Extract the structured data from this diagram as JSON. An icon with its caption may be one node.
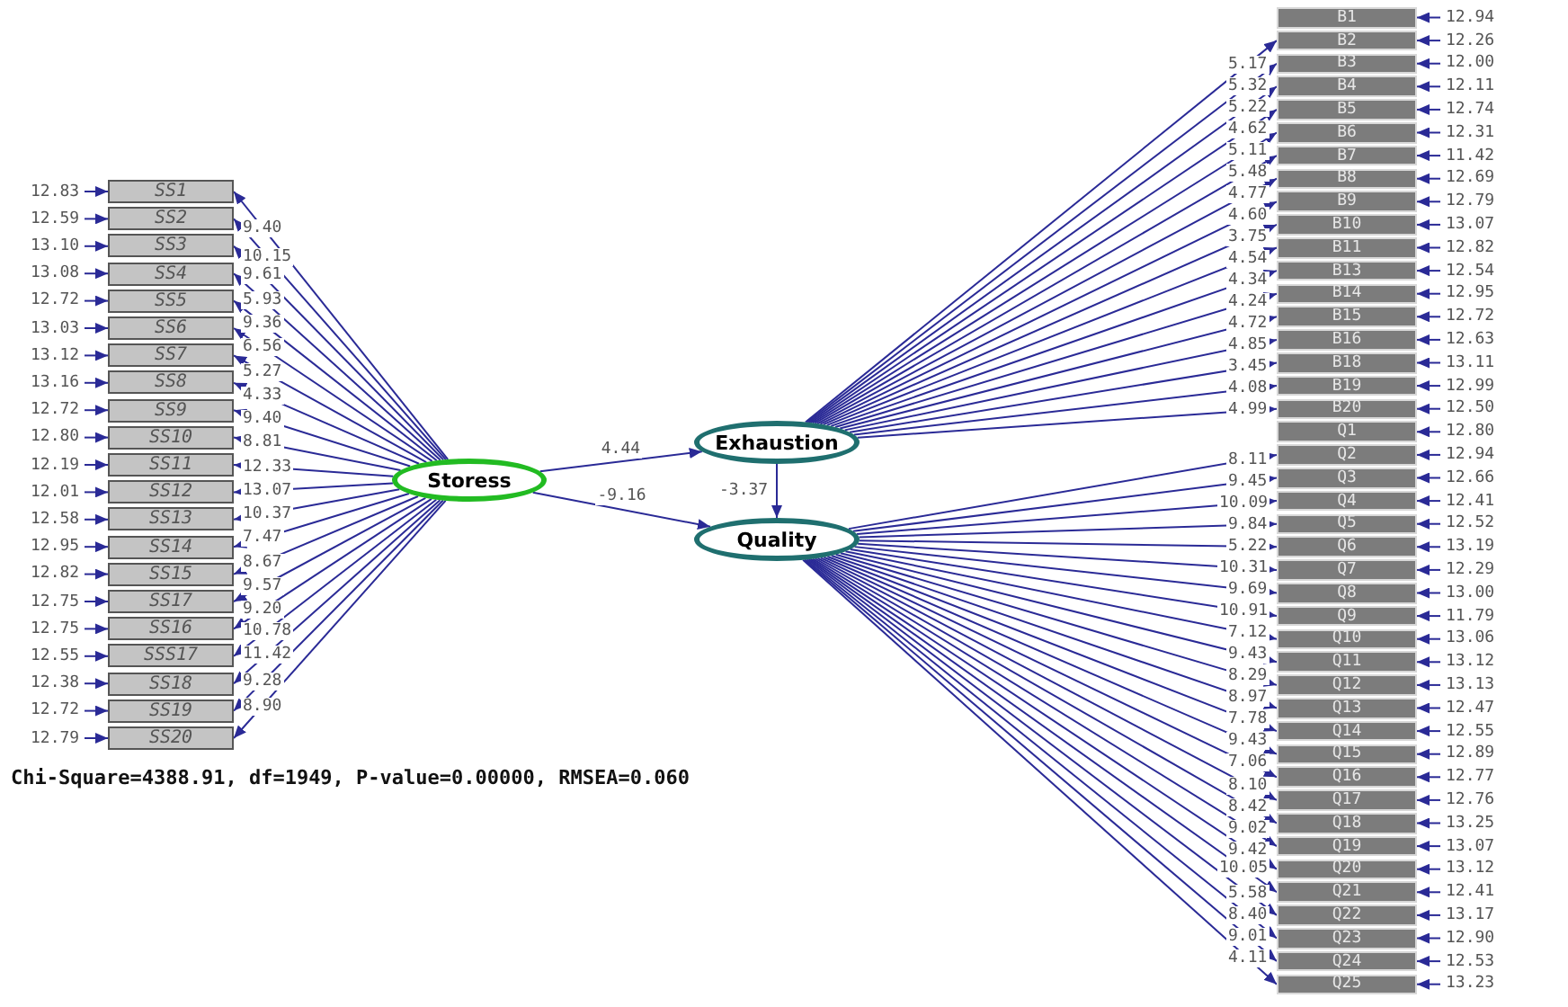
{
  "diagram": {
    "caption": "Chi-Square=4388.91, df=1949, P-value=0.00000, RMSEA=0.060",
    "nodes": [
      {
        "text": [
          "SS1"
        ]
      },
      {
        "text": [
          "SS2"
        ]
      },
      {
        "text": [
          "SS3"
        ]
      },
      {
        "text": [
          "SS4"
        ]
      },
      {
        "text": [
          "SS5"
        ]
      },
      {
        "text": [
          "SS6"
        ]
      },
      {
        "text": [
          "SS7"
        ]
      },
      {
        "text": [
          "SS8"
        ]
      },
      {
        "text": [
          "SS9"
        ]
      },
      {
        "text": [
          "SS10"
        ]
      },
      {
        "text": [
          "SS11"
        ]
      },
      {
        "text": [
          "SS12"
        ]
      },
      {
        "text": [
          "SS13"
        ]
      },
      {
        "text": [
          "SS14"
        ]
      },
      {
        "text": [
          "SS15"
        ]
      },
      {
        "text": [
          "SS17"
        ]
      },
      {
        "text": [
          "SS16"
        ]
      },
      {
        "text": [
          "SSS17"
        ]
      },
      {
        "text": [
          "SS18"
        ]
      },
      {
        "text": [
          "SS19"
        ]
      },
      {
        "text": [
          "SS20"
        ]
      },
      {
        "text": [
          "Storess"
        ]
      },
      {
        "text": [
          "Exhaustion"
        ]
      },
      {
        "text": [
          "Quality"
        ]
      },
      {
        "text": [
          "B1"
        ]
      },
      {
        "text": [
          "B2"
        ]
      },
      {
        "text": [
          "B3"
        ]
      },
      {
        "text": [
          "B4"
        ]
      },
      {
        "text": [
          "B5"
        ]
      },
      {
        "text": [
          "B6"
        ]
      },
      {
        "text": [
          "B7"
        ]
      },
      {
        "text": [
          "B8"
        ]
      },
      {
        "text": [
          "B9"
        ]
      },
      {
        "text": [
          "B10"
        ]
      },
      {
        "text": [
          "B11"
        ]
      },
      {
        "text": [
          "B13"
        ]
      },
      {
        "text": [
          "B14"
        ]
      },
      {
        "text": [
          "B15"
        ]
      },
      {
        "text": [
          "B16"
        ]
      },
      {
        "text": [
          "B18"
        ]
      },
      {
        "text": [
          "B19"
        ]
      },
      {
        "text": [
          "B20"
        ]
      },
      {
        "text": [
          "Q1"
        ]
      },
      {
        "text": [
          "Q2"
        ]
      },
      {
        "text": [
          "Q3"
        ]
      },
      {
        "text": [
          "Q4"
        ]
      },
      {
        "text": [
          "Q5"
        ]
      },
      {
        "text": [
          "Q6"
        ]
      },
      {
        "text": [
          "Q7"
        ]
      },
      {
        "text": [
          "Q8"
        ]
      },
      {
        "text": [
          "Q9"
        ]
      },
      {
        "text": [
          "Q10"
        ]
      },
      {
        "text": [
          "Q11"
        ]
      },
      {
        "text": [
          "Q12"
        ]
      },
      {
        "text": [
          "Q13"
        ]
      },
      {
        "text": [
          "Q14"
        ]
      },
      {
        "text": [
          "Q15"
        ]
      },
      {
        "text": [
          "Q16"
        ]
      },
      {
        "text": [
          "Q17"
        ]
      },
      {
        "text": [
          "Q18"
        ]
      },
      {
        "text": [
          "Q19"
        ]
      },
      {
        "text": [
          "Q20"
        ]
      },
      {
        "text": [
          "Q21"
        ]
      },
      {
        "text": [
          "Q22"
        ]
      },
      {
        "text": [
          "Q23"
        ]
      },
      {
        "text": [
          "Q24"
        ]
      },
      {
        "text": [
          "Q25"
        ]
      }
    ],
    "edges": [
      {
        "from": null,
        "to": 0,
        "arrow": "to",
        "label": "12.83"
      },
      {
        "from": null,
        "to": 1,
        "arrow": "to",
        "label": "12.59"
      },
      {
        "from": null,
        "to": 2,
        "arrow": "to",
        "label": "13.10"
      },
      {
        "from": null,
        "to": 3,
        "arrow": "to",
        "label": "13.08"
      },
      {
        "from": null,
        "to": 4,
        "arrow": "to",
        "label": "12.72"
      },
      {
        "from": null,
        "to": 5,
        "arrow": "to",
        "label": "13.03"
      },
      {
        "from": null,
        "to": 6,
        "arrow": "to",
        "label": "13.12"
      },
      {
        "from": null,
        "to": 7,
        "arrow": "to",
        "label": "13.16"
      },
      {
        "from": null,
        "to": 8,
        "arrow": "to",
        "label": "12.72"
      },
      {
        "from": null,
        "to": 9,
        "arrow": "to",
        "label": "12.80"
      },
      {
        "from": null,
        "to": 10,
        "arrow": "to",
        "label": "12.19"
      },
      {
        "from": null,
        "to": 11,
        "arrow": "to",
        "label": "12.01"
      },
      {
        "from": null,
        "to": 12,
        "arrow": "to",
        "label": "12.58"
      },
      {
        "from": null,
        "to": 13,
        "arrow": "to",
        "label": "12.95"
      },
      {
        "from": null,
        "to": 14,
        "arrow": "to",
        "label": "12.82"
      },
      {
        "from": null,
        "to": 15,
        "arrow": "to",
        "label": "12.75"
      },
      {
        "from": null,
        "to": 16,
        "arrow": "to",
        "label": "12.75"
      },
      {
        "from": null,
        "to": 17,
        "arrow": "to",
        "label": "12.55"
      },
      {
        "from": null,
        "to": 18,
        "arrow": "to",
        "label": "12.38"
      },
      {
        "from": null,
        "to": 19,
        "arrow": "to",
        "label": "12.72"
      },
      {
        "from": null,
        "to": 20,
        "arrow": "to",
        "label": "12.79"
      },
      {
        "from": 21,
        "to": 0,
        "arrow": "to",
        "label": "9.40"
      },
      {
        "from": 21,
        "to": 1,
        "arrow": "to",
        "label": "10.15"
      },
      {
        "from": 21,
        "to": 2,
        "arrow": "to",
        "label": "9.61"
      },
      {
        "from": 21,
        "to": 3,
        "arrow": "to",
        "label": "5.93"
      },
      {
        "from": 21,
        "to": 4,
        "arrow": "to",
        "label": "9.36"
      },
      {
        "from": 21,
        "to": 5,
        "arrow": "to",
        "label": "6.56"
      },
      {
        "from": 21,
        "to": 6,
        "arrow": "to",
        "label": "5.27"
      },
      {
        "from": 21,
        "to": 7,
        "arrow": "to",
        "label": "4.33"
      },
      {
        "from": 21,
        "to": 8,
        "arrow": "to",
        "label": "9.40"
      },
      {
        "from": 21,
        "to": 9,
        "arrow": "to",
        "label": "8.81"
      },
      {
        "from": 21,
        "to": 10,
        "arrow": "to",
        "label": "12.33"
      },
      {
        "from": 21,
        "to": 11,
        "arrow": "to",
        "label": "13.07"
      },
      {
        "from": 21,
        "to": 12,
        "arrow": "to",
        "label": "10.37"
      },
      {
        "from": 21,
        "to": 13,
        "arrow": "to",
        "label": "7.47"
      },
      {
        "from": 21,
        "to": 14,
        "arrow": "to",
        "label": "8.67"
      },
      {
        "from": 21,
        "to": 15,
        "arrow": "to",
        "label": "9.57"
      },
      {
        "from": 21,
        "to": 16,
        "arrow": "to",
        "label": "9.20"
      },
      {
        "from": 21,
        "to": 17,
        "arrow": "to",
        "label": "10.78"
      },
      {
        "from": 21,
        "to": 18,
        "arrow": "to",
        "label": "11.42"
      },
      {
        "from": 21,
        "to": 19,
        "arrow": "to",
        "label": "9.28"
      },
      {
        "from": 21,
        "to": 20,
        "arrow": "to",
        "label": "8.90"
      },
      {
        "from": 21,
        "to": 22,
        "arrow": "to",
        "label": "4.44"
      },
      {
        "from": 21,
        "to": 23,
        "arrow": "to",
        "label": "-9.16"
      },
      {
        "from": 22,
        "to": 23,
        "arrow": "to",
        "label": "-3.37"
      },
      {
        "from": 22,
        "to": 25,
        "arrow": "to",
        "label": "5.17"
      },
      {
        "from": 22,
        "to": 26,
        "arrow": "to",
        "label": "5.32"
      },
      {
        "from": 22,
        "to": 27,
        "arrow": "to",
        "label": "5.22"
      },
      {
        "from": 22,
        "to": 28,
        "arrow": "to",
        "label": "4.62"
      },
      {
        "from": 22,
        "to": 29,
        "arrow": "to",
        "label": "5.11"
      },
      {
        "from": 22,
        "to": 30,
        "arrow": "to",
        "label": "5.48"
      },
      {
        "from": 22,
        "to": 31,
        "arrow": "to",
        "label": "4.77"
      },
      {
        "from": 22,
        "to": 32,
        "arrow": "to",
        "label": "4.60"
      },
      {
        "from": 22,
        "to": 33,
        "arrow": "to",
        "label": "3.75"
      },
      {
        "from": 22,
        "to": 34,
        "arrow": "to",
        "label": "4.54"
      },
      {
        "from": 22,
        "to": 35,
        "arrow": "to",
        "label": "4.34"
      },
      {
        "from": 22,
        "to": 36,
        "arrow": "to",
        "label": "4.24"
      },
      {
        "from": 22,
        "to": 37,
        "arrow": "to",
        "label": "4.72"
      },
      {
        "from": 22,
        "to": 38,
        "arrow": "to",
        "label": "4.85"
      },
      {
        "from": 22,
        "to": 39,
        "arrow": "to",
        "label": "3.45"
      },
      {
        "from": 22,
        "to": 40,
        "arrow": "to",
        "label": "4.08"
      },
      {
        "from": 22,
        "to": 41,
        "arrow": "to",
        "label": "4.99"
      },
      {
        "from": null,
        "to": 24,
        "arrow": "to",
        "label": "12.94"
      },
      {
        "from": null,
        "to": 25,
        "arrow": "to",
        "label": "12.26"
      },
      {
        "from": null,
        "to": 26,
        "arrow": "to",
        "label": "12.00"
      },
      {
        "from": null,
        "to": 27,
        "arrow": "to",
        "label": "12.11"
      },
      {
        "from": null,
        "to": 28,
        "arrow": "to",
        "label": "12.74"
      },
      {
        "from": null,
        "to": 29,
        "arrow": "to",
        "label": "12.31"
      },
      {
        "from": null,
        "to": 30,
        "arrow": "to",
        "label": "11.42"
      },
      {
        "from": null,
        "to": 31,
        "arrow": "to",
        "label": "12.69"
      },
      {
        "from": null,
        "to": 32,
        "arrow": "to",
        "label": "12.79"
      },
      {
        "from": null,
        "to": 33,
        "arrow": "to",
        "label": "13.07"
      },
      {
        "from": null,
        "to": 34,
        "arrow": "to",
        "label": "12.82"
      },
      {
        "from": null,
        "to": 35,
        "arrow": "to",
        "label": "12.54"
      },
      {
        "from": null,
        "to": 36,
        "arrow": "to",
        "label": "12.95"
      },
      {
        "from": null,
        "to": 37,
        "arrow": "to",
        "label": "12.72"
      },
      {
        "from": null,
        "to": 38,
        "arrow": "to",
        "label": "12.63"
      },
      {
        "from": null,
        "to": 39,
        "arrow": "to",
        "label": "13.11"
      },
      {
        "from": null,
        "to": 40,
        "arrow": "to",
        "label": "12.99"
      },
      {
        "from": null,
        "to": 41,
        "arrow": "to",
        "label": "12.50"
      },
      {
        "from": 23,
        "to": 43,
        "arrow": "to",
        "label": "8.11"
      },
      {
        "from": 23,
        "to": 44,
        "arrow": "to",
        "label": "9.45"
      },
      {
        "from": 23,
        "to": 45,
        "arrow": "to",
        "label": "10.09"
      },
      {
        "from": 23,
        "to": 46,
        "arrow": "to",
        "label": "9.84"
      },
      {
        "from": 23,
        "to": 47,
        "arrow": "to",
        "label": "5.22"
      },
      {
        "from": 23,
        "to": 48,
        "arrow": "to",
        "label": "10.31"
      },
      {
        "from": 23,
        "to": 49,
        "arrow": "to",
        "label": "9.69"
      },
      {
        "from": 23,
        "to": 50,
        "arrow": "to",
        "label": "10.91"
      },
      {
        "from": 23,
        "to": 51,
        "arrow": "to",
        "label": "7.12"
      },
      {
        "from": 23,
        "to": 52,
        "arrow": "to",
        "label": "9.43"
      },
      {
        "from": 23,
        "to": 53,
        "arrow": "to",
        "label": "8.29"
      },
      {
        "from": 23,
        "to": 54,
        "arrow": "to",
        "label": "8.97"
      },
      {
        "from": 23,
        "to": 55,
        "arrow": "to",
        "label": "7.78"
      },
      {
        "from": 23,
        "to": 56,
        "arrow": "to",
        "label": "9.43"
      },
      {
        "from": 23,
        "to": 57,
        "arrow": "to",
        "label": "7.06"
      },
      {
        "from": 23,
        "to": 58,
        "arrow": "to",
        "label": "8.10"
      },
      {
        "from": 23,
        "to": 59,
        "arrow": "to",
        "label": "8.42"
      },
      {
        "from": 23,
        "to": 60,
        "arrow": "to",
        "label": "9.02"
      },
      {
        "from": 23,
        "to": 61,
        "arrow": "to",
        "label": "9.42"
      },
      {
        "from": 23,
        "to": 62,
        "arrow": "to",
        "label": "10.05"
      },
      {
        "from": 23,
        "to": 63,
        "arrow": "to",
        "label": "5.58"
      },
      {
        "from": 23,
        "to": 64,
        "arrow": "to",
        "label": "8.40"
      },
      {
        "from": 23,
        "to": 65,
        "arrow": "to",
        "label": "9.01"
      },
      {
        "from": 23,
        "to": 66,
        "arrow": "to",
        "label": "4.11"
      },
      {
        "from": null,
        "to": 42,
        "arrow": "to",
        "label": "12.80"
      },
      {
        "from": null,
        "to": 43,
        "arrow": "to",
        "label": "12.94"
      },
      {
        "from": null,
        "to": 44,
        "arrow": "to",
        "label": "12.66"
      },
      {
        "from": null,
        "to": 45,
        "arrow": "to",
        "label": "12.41"
      },
      {
        "from": null,
        "to": 46,
        "arrow": "to",
        "label": "12.52"
      },
      {
        "from": null,
        "to": 47,
        "arrow": "to",
        "label": "13.19"
      },
      {
        "from": null,
        "to": 48,
        "arrow": "to",
        "label": "12.29"
      },
      {
        "from": null,
        "to": 49,
        "arrow": "to",
        "label": "13.00"
      },
      {
        "from": null,
        "to": 50,
        "arrow": "to",
        "label": "11.79"
      },
      {
        "from": null,
        "to": 51,
        "arrow": "to",
        "label": "13.06"
      },
      {
        "from": null,
        "to": 52,
        "arrow": "to",
        "label": "13.12"
      },
      {
        "from": null,
        "to": 53,
        "arrow": "to",
        "label": "13.13"
      },
      {
        "from": null,
        "to": 54,
        "arrow": "to",
        "label": "12.47"
      },
      {
        "from": null,
        "to": 55,
        "arrow": "to",
        "label": "12.55"
      },
      {
        "from": null,
        "to": 56,
        "arrow": "to",
        "label": "12.89"
      },
      {
        "from": null,
        "to": 57,
        "arrow": "to",
        "label": "12.77"
      },
      {
        "from": null,
        "to": 58,
        "arrow": "to",
        "label": "12.76"
      },
      {
        "from": null,
        "to": 59,
        "arrow": "to",
        "label": "13.25"
      },
      {
        "from": null,
        "to": 60,
        "arrow": "to",
        "label": "13.07"
      },
      {
        "from": null,
        "to": 61,
        "arrow": "to",
        "label": "13.12"
      },
      {
        "from": null,
        "to": 62,
        "arrow": "to",
        "label": "12.41"
      },
      {
        "from": null,
        "to": 63,
        "arrow": "to",
        "label": "13.17"
      },
      {
        "from": null,
        "to": 64,
        "arrow": "to",
        "label": "12.90"
      },
      {
        "from": null,
        "to": 65,
        "arrow": "to",
        "label": "12.53"
      },
      {
        "from": null,
        "to": 66,
        "arrow": "to",
        "label": "13.23"
      }
    ]
  }
}
